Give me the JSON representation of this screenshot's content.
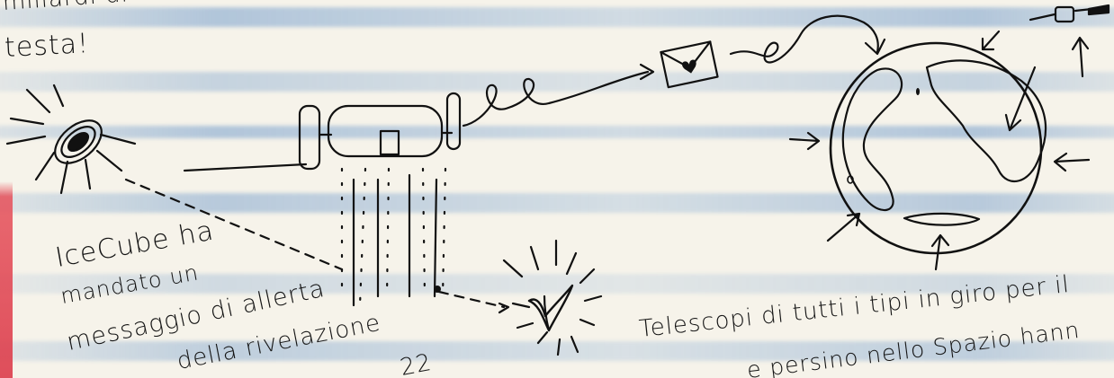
{
  "top_left_text": {
    "line1": "miliardi di ",
    "line2": "testa!"
  },
  "icecube_text": {
    "line1": "IceCube ha",
    "line2": "mandato un",
    "line3": "messaggio di allerta",
    "line4": "della rivelazione",
    "line5": "22"
  },
  "telescopes_text": {
    "line1": "Telescopi di tutti i tipi in giro per il",
    "line2": "e persino nello Spazio hann"
  },
  "icons": [
    "blazar-icon",
    "neutrino-detector-icon",
    "signal-squiggle-icon",
    "envelope-icon",
    "earth-icon",
    "satellite-icon",
    "neutrino-nu-icon",
    "arrow-icon"
  ]
}
